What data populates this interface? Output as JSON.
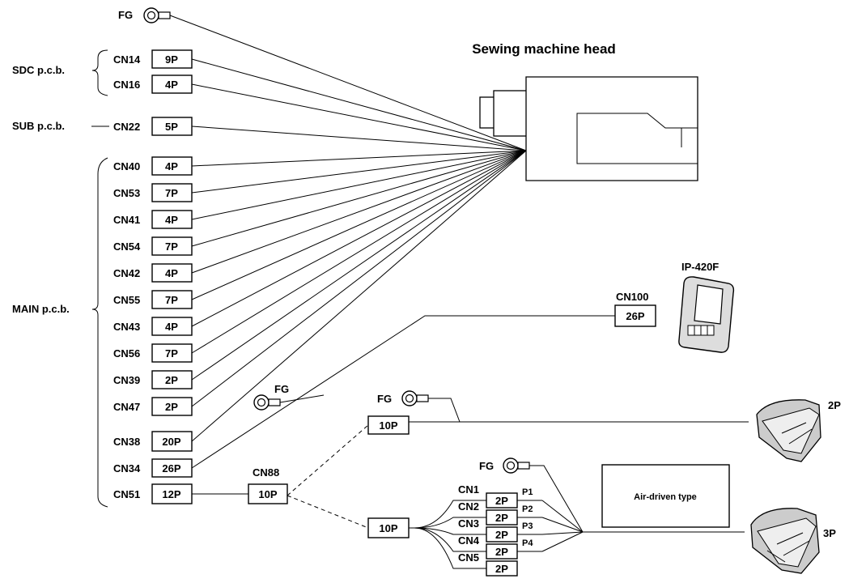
{
  "title": "Sewing machine head",
  "boards": {
    "sdc": "SDC p.c.b.",
    "sub": "SUB p.c.b.",
    "main": "MAIN p.c.b."
  },
  "fg_label": "FG",
  "connectors": [
    {
      "name": "CN14",
      "pins": "9P"
    },
    {
      "name": "CN16",
      "pins": "4P"
    },
    {
      "name": "CN22",
      "pins": "5P"
    },
    {
      "name": "CN40",
      "pins": "4P"
    },
    {
      "name": "CN53",
      "pins": "7P"
    },
    {
      "name": "CN41",
      "pins": "4P"
    },
    {
      "name": "CN54",
      "pins": "7P"
    },
    {
      "name": "CN42",
      "pins": "4P"
    },
    {
      "name": "CN55",
      "pins": "7P"
    },
    {
      "name": "CN43",
      "pins": "4P"
    },
    {
      "name": "CN56",
      "pins": "7P"
    },
    {
      "name": "CN39",
      "pins": "2P"
    },
    {
      "name": "CN47",
      "pins": "2P"
    },
    {
      "name": "CN38",
      "pins": "20P"
    },
    {
      "name": "CN34",
      "pins": "26P"
    },
    {
      "name": "CN51",
      "pins": "12P"
    }
  ],
  "panel": {
    "name": "IP-420F",
    "connector": "CN100",
    "pins": "26P"
  },
  "cn88": {
    "name": "CN88",
    "pins": "10P"
  },
  "pedal_2p": {
    "connector": "10P",
    "label": "2P"
  },
  "pedal_3p": {
    "connector": "10P",
    "label": "3P"
  },
  "valves": [
    {
      "cn": "CN1",
      "pins": "2P",
      "port": "P1"
    },
    {
      "cn": "CN2",
      "pins": "2P",
      "port": "P2"
    },
    {
      "cn": "CN3",
      "pins": "2P",
      "port": "P3"
    },
    {
      "cn": "CN4",
      "pins": "2P",
      "port": "P4"
    },
    {
      "cn": "CN5",
      "pins": "2P",
      "port": ""
    }
  ],
  "air_box": "Air-driven type"
}
